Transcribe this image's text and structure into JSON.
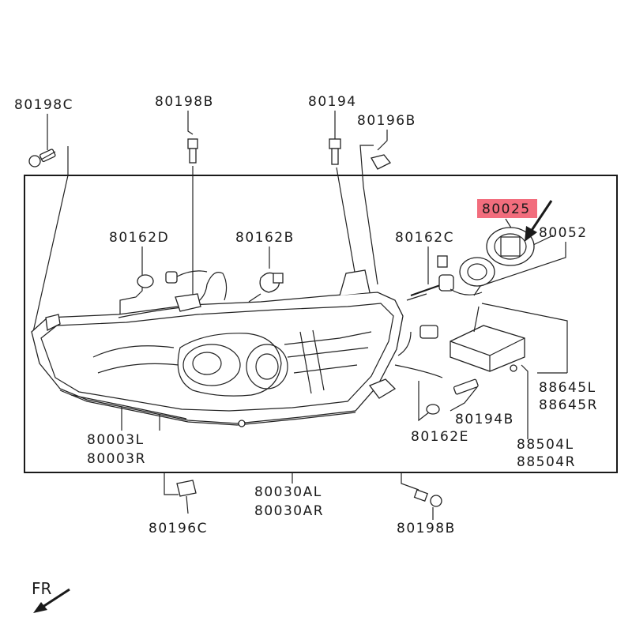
{
  "diagram": {
    "highlight_color": "#f26d7d",
    "labels": {
      "p80198C": "80198C",
      "p80198B_top": "80198B",
      "p80194": "80194",
      "p80196B": "80196B",
      "p80162D": "80162D",
      "p80162B": "80162B",
      "p80162C": "80162C",
      "p80025": "80025",
      "p80052": "80052",
      "p88645L": "88645L",
      "p88645R": "88645R",
      "p80194B": "80194B",
      "p80162E": "80162E",
      "p88504L": "88504L",
      "p88504R": "88504R",
      "p80003L": "80003L",
      "p80003R": "80003R",
      "p80030AL": "80030AL",
      "p80030AR": "80030AR",
      "p80196C": "80196C",
      "p80198B_bottom": "80198B",
      "front": "FR"
    }
  }
}
